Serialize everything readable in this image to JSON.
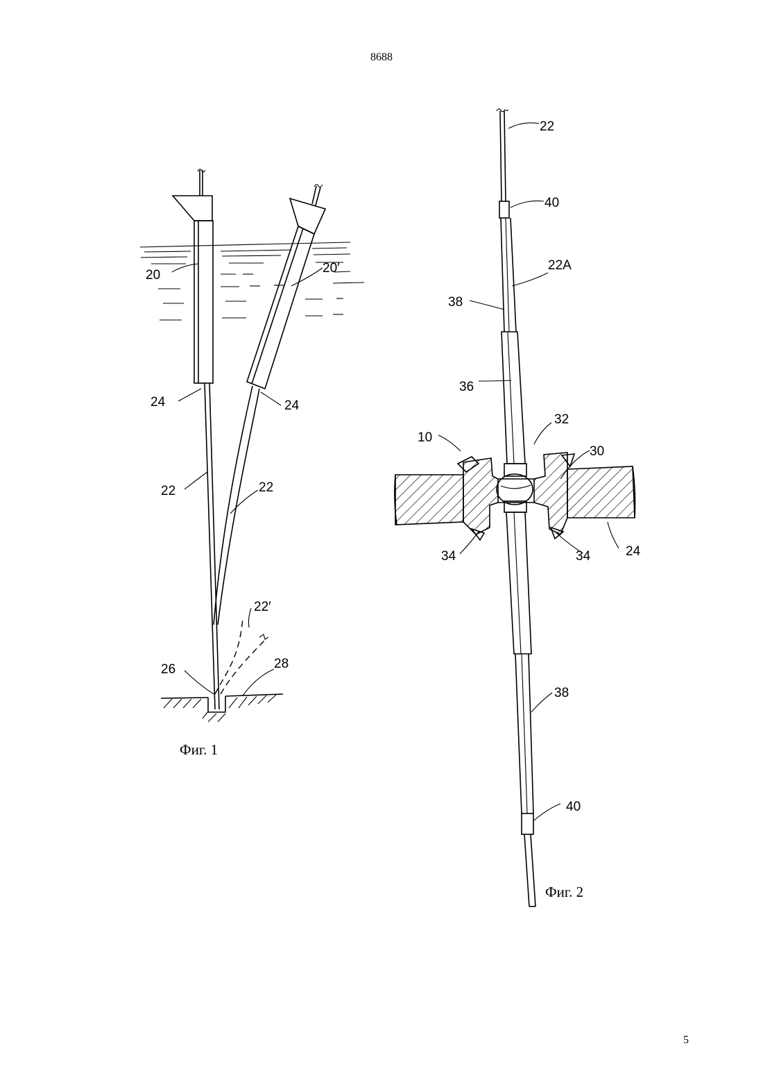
{
  "header": {
    "doc_number": "8688"
  },
  "footer": {
    "page_number": "5"
  },
  "figures": [
    {
      "caption": "Фиг. 1",
      "labels": {
        "l20": "20",
        "l20p": "20′",
        "l24a": "24",
        "l24b": "24",
        "l22a": "22",
        "l22b": "22",
        "l22p": "22′",
        "l26": "26",
        "l28": "28"
      }
    },
    {
      "caption": "Фиг. 2",
      "labels": {
        "l22": "22",
        "l40a": "40",
        "l22A": "22A",
        "l38a": "38",
        "l36": "36",
        "l32": "32",
        "l10": "10",
        "l30": "30",
        "l34a": "34",
        "l34b": "34",
        "l24": "24",
        "l38b": "38",
        "l40b": "40"
      }
    }
  ]
}
